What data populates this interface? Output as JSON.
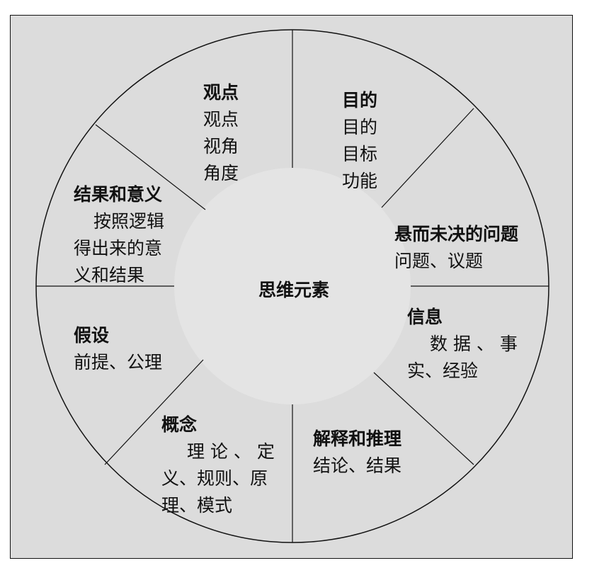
{
  "center": "思维元素",
  "segments": {
    "viewpoint": {
      "title": "观点",
      "lines": [
        "观点",
        "视角",
        "角度"
      ]
    },
    "purpose": {
      "title": "目的",
      "lines": [
        "目的",
        "目标",
        "功能"
      ]
    },
    "question": {
      "title": "悬而未决的问题",
      "lines": [
        "问题、议题"
      ]
    },
    "information": {
      "title": "信息",
      "lines": [
        "数 据 、 事",
        "实、经验"
      ]
    },
    "interpretation": {
      "title": "解释和推理",
      "lines": [
        "结论、结果"
      ]
    },
    "concepts": {
      "title": "概念",
      "lines": [
        "理 论 、 定",
        "义、规则、原",
        "理、模式"
      ]
    },
    "assumptions": {
      "title": "假设",
      "lines": [
        "前提、公理"
      ]
    },
    "implications": {
      "title": "结果和意义",
      "lines": [
        "按照逻辑",
        "得出来的意",
        "义和结果"
      ]
    }
  }
}
